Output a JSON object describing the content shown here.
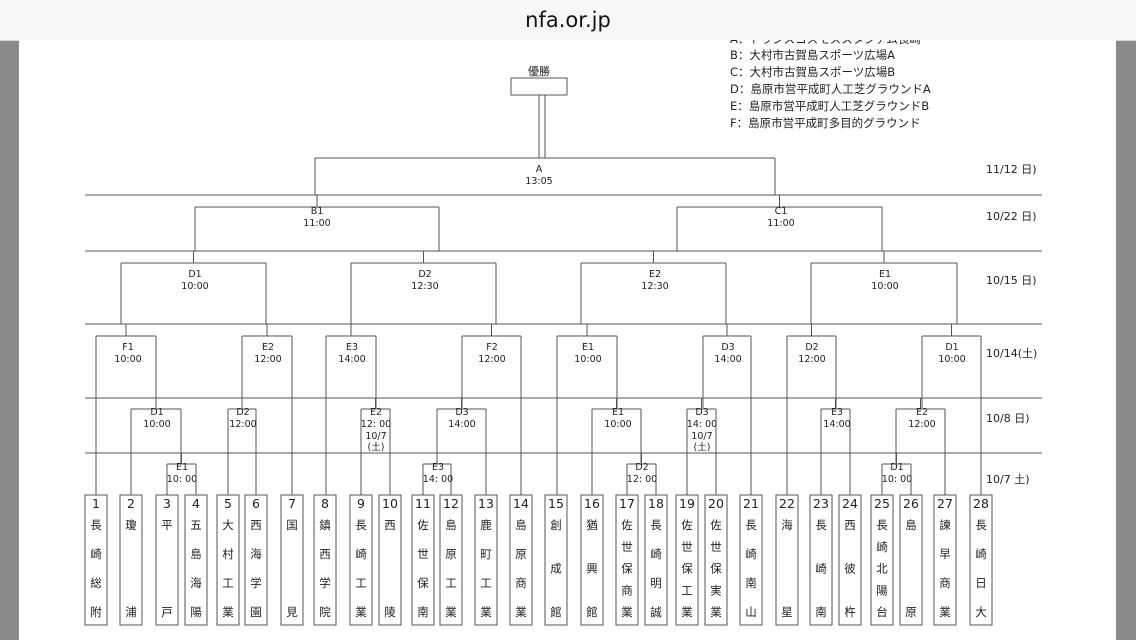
{
  "browser": {
    "url": "nfa.or.jp"
  },
  "champion_label": "優勝",
  "venues": [
    "A：トランスコスモススタジアム長崎",
    "B：大村市古賀島スポーツ広場A",
    "C：大村市古賀島スポーツ広場B",
    "D：島原市営平成町人工芝グラウンドA",
    "E：島原市営平成町人工芝グラウンドB",
    "F：島原市営平成町多目的グラウンド"
  ],
  "rounds": [
    "11/12 日)",
    "10/22 日)",
    "10/15 日)",
    "10/14(土)",
    "10/8 日)",
    "10/7 土)"
  ],
  "matches": [
    {
      "venue": "A",
      "time": "13:05"
    },
    {
      "venue": "B1",
      "time": "11:00"
    },
    {
      "venue": "C1",
      "time": "11:00"
    },
    {
      "venue": "D1",
      "time": "10:00"
    },
    {
      "venue": "D2",
      "time": "12:30"
    },
    {
      "venue": "E2",
      "time": "12:30"
    },
    {
      "venue": "E1",
      "time": "10:00"
    },
    {
      "venue": "F1",
      "time": "10:00"
    },
    {
      "venue": "E2",
      "time": "12:00"
    },
    {
      "venue": "E3",
      "time": "14:00"
    },
    {
      "venue": "F2",
      "time": "12:00"
    },
    {
      "venue": "E1",
      "time": "10:00"
    },
    {
      "venue": "D3",
      "time": "14:00"
    },
    {
      "venue": "D2",
      "time": "12:00"
    },
    {
      "venue": "D1",
      "time": "10:00"
    },
    {
      "venue": "D1",
      "time": "10:00"
    },
    {
      "venue": "D2",
      "time": "12:00"
    },
    {
      "venue": "E2",
      "time": "12: 00",
      "note": "10/7 (土)"
    },
    {
      "venue": "D3",
      "time": "14:00"
    },
    {
      "venue": "E1",
      "time": "10:00"
    },
    {
      "venue": "D3",
      "time": "14: 00",
      "note": "10/7 (土)"
    },
    {
      "venue": "E3",
      "time": "14:00"
    },
    {
      "venue": "E2",
      "time": "12:00"
    },
    {
      "venue": "E1",
      "time": "10: 00"
    },
    {
      "venue": "E3",
      "time": "14: 00"
    },
    {
      "venue": "D2",
      "time": "12: 00"
    },
    {
      "venue": "D1",
      "time": "10: 00"
    }
  ],
  "teams": [
    {
      "no": "1",
      "name": "長崎総附"
    },
    {
      "no": "2",
      "name": "瓊浦"
    },
    {
      "no": "3",
      "name": "平戸"
    },
    {
      "no": "4",
      "name": "五島海陽"
    },
    {
      "no": "5",
      "name": "大村工業"
    },
    {
      "no": "6",
      "name": "西海学園"
    },
    {
      "no": "7",
      "name": "国見"
    },
    {
      "no": "8",
      "name": "鎮西学院"
    },
    {
      "no": "9",
      "name": "長崎工業"
    },
    {
      "no": "10",
      "name": "西陵"
    },
    {
      "no": "11",
      "name": "佐世保南"
    },
    {
      "no": "12",
      "name": "島原工業"
    },
    {
      "no": "13",
      "name": "鹿町工業"
    },
    {
      "no": "14",
      "name": "島原商業"
    },
    {
      "no": "15",
      "name": "創成館"
    },
    {
      "no": "16",
      "name": "猶興館"
    },
    {
      "no": "17",
      "name": "佐世保商業"
    },
    {
      "no": "18",
      "name": "長崎明誠"
    },
    {
      "no": "19",
      "name": "佐世保工業"
    },
    {
      "no": "20",
      "name": "佐世保実業"
    },
    {
      "no": "21",
      "name": "長崎南山"
    },
    {
      "no": "22",
      "name": "海星"
    },
    {
      "no": "23",
      "name": "長崎南"
    },
    {
      "no": "24",
      "name": "西彼杵"
    },
    {
      "no": "25",
      "name": "長崎北陽台"
    },
    {
      "no": "26",
      "name": "島原"
    },
    {
      "no": "27",
      "name": "諫早商業"
    },
    {
      "no": "28",
      "name": "長崎日大"
    }
  ]
}
